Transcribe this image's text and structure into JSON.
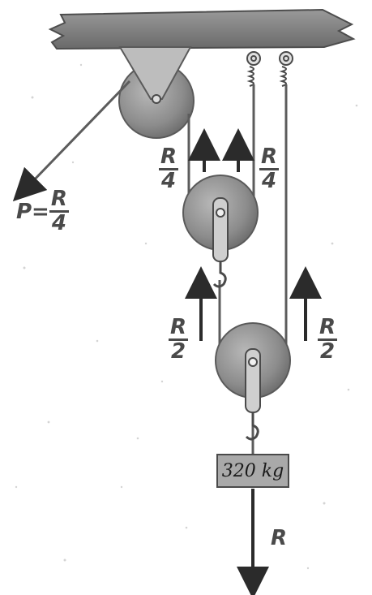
{
  "labels": {
    "p_prefix": "P=",
    "p_num": "R",
    "p_den": "4",
    "upper_left_num": "R",
    "upper_left_den": "4",
    "upper_right_num": "R",
    "upper_right_den": "4",
    "lower_left_num": "R",
    "lower_left_den": "2",
    "lower_right_num": "R",
    "lower_right_den": "2",
    "load_force": "R",
    "weight": "320 kg"
  },
  "colors": {
    "beam": "#7d7d7d",
    "pulley": "#8f8f8f",
    "rope": "#5c5c5c",
    "arrow": "#2b2b2b",
    "text": "#4a4a4a"
  }
}
